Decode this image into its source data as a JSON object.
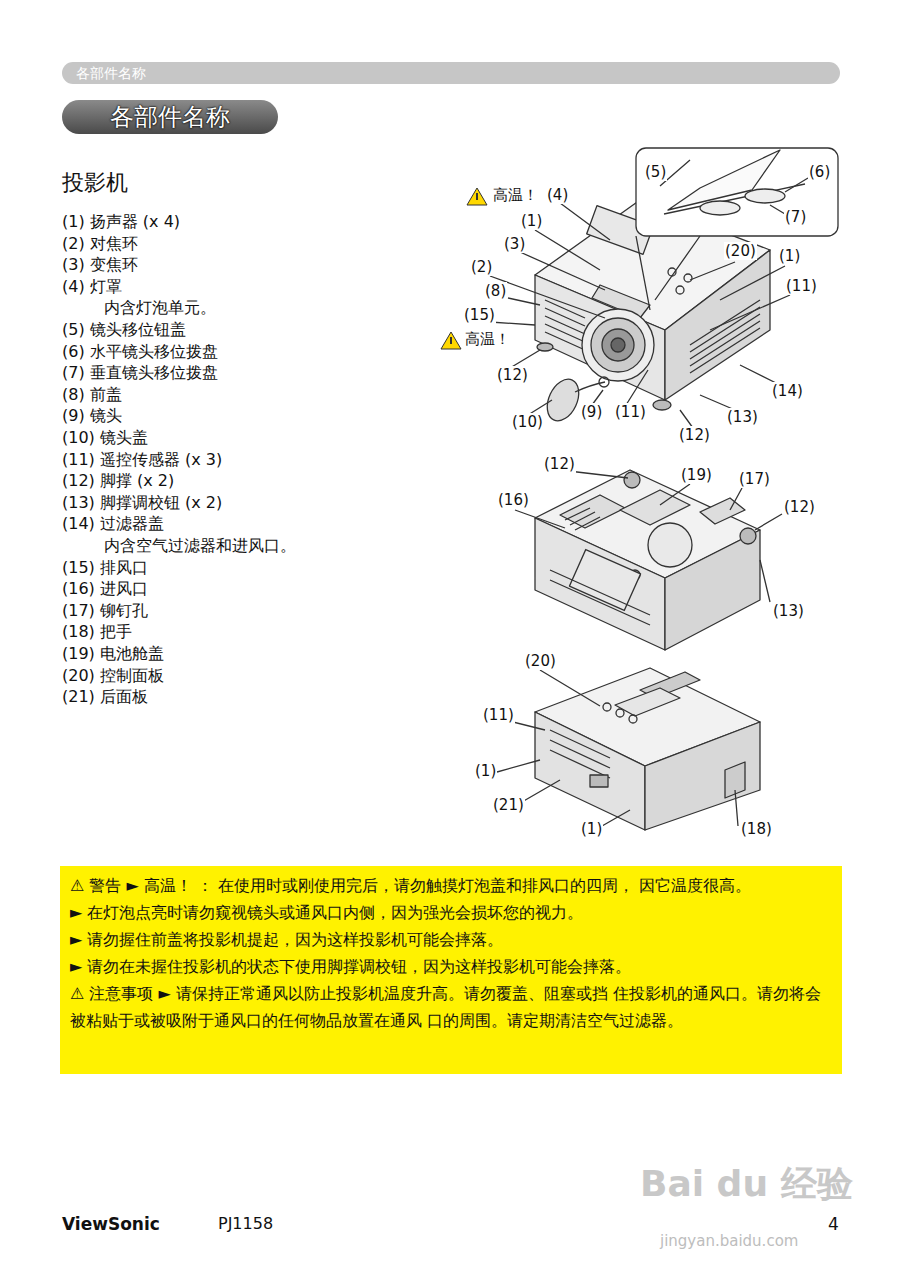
{
  "diagram": {
    "title": "投影机",
    "nodes": [
      {
        "text": [
          "各部件名称"
        ]
      },
      {
        "text": [
          "各部件名称"
        ]
      },
      {
        "text": [
          "⚠ 警告 ► 高温！ ： 在使用时或刚使用完后，请勿触摸灯泡盖和排风口的四周， 因它温度很高。",
          "► 在灯泡点亮时请勿窥视镜头或通风口内侧，因为强光会损坏您的视力。",
          "► 请勿握住前盖将投影机提起，因为这样投影机可能会摔落。",
          "► 请勿在未握住投影机的状态下使用脚撑调校钮，因为这样投影机可能会摔落。",
          "⚠ 注意事项 ► 请保持正常通风以防止投影机温度升高。请勿覆盖、阻塞或挡 住投影机的通风口。请勿将会被粘贴于或被吸附于通风口的任何物品放置在通风 口的周围。请定期清洁空气过滤器。"
        ]
      }
    ],
    "labels": [
      "(1) 扬声器 (x 4)",
      "(2) 对焦环",
      "(3) 变焦环",
      "(4) 灯罩",
      "内含灯泡单元。",
      "(5) 镜头移位钮盖",
      "(6) 水平镜头移位拨盘",
      "(7) 垂直镜头移位拨盘",
      "(8) 前盖",
      "(9) 镜头",
      "(10) 镜头盖",
      "(11) 遥控传感器 (x 3)",
      "(12) 脚撑 (x 2)",
      "(13) 脚撑调校钮 (x 2)",
      "(14) 过滤器盖",
      "内含空气过滤器和进风口。",
      "(15) 排风口",
      "(16) 进风口",
      "(17) 铆钉孔",
      "(18) 把手",
      "(19) 电池舱盖",
      "(20) 控制面板",
      "(21) 后面板",
      "高温！",
      "(4)",
      "(1)",
      "(3)",
      "(2)",
      "(8)",
      "(15)",
      "高温！",
      "(12)",
      "(10)",
      "(9)",
      "(11)",
      "(12)",
      "(13)",
      "(14)",
      "(11)",
      "(1)",
      "(20)",
      "(5)",
      "(6)",
      "(7)",
      "(12)",
      "(19)",
      "(17)",
      "(12)",
      "(16)",
      "(13)",
      "(20)",
      "(11)",
      "(1)",
      "(21)",
      "(1)",
      "(18)",
      "ViewSonic",
      "PJ1158",
      "4",
      "Bai du 经验",
      "jingyan.baidu.com"
    ]
  }
}
